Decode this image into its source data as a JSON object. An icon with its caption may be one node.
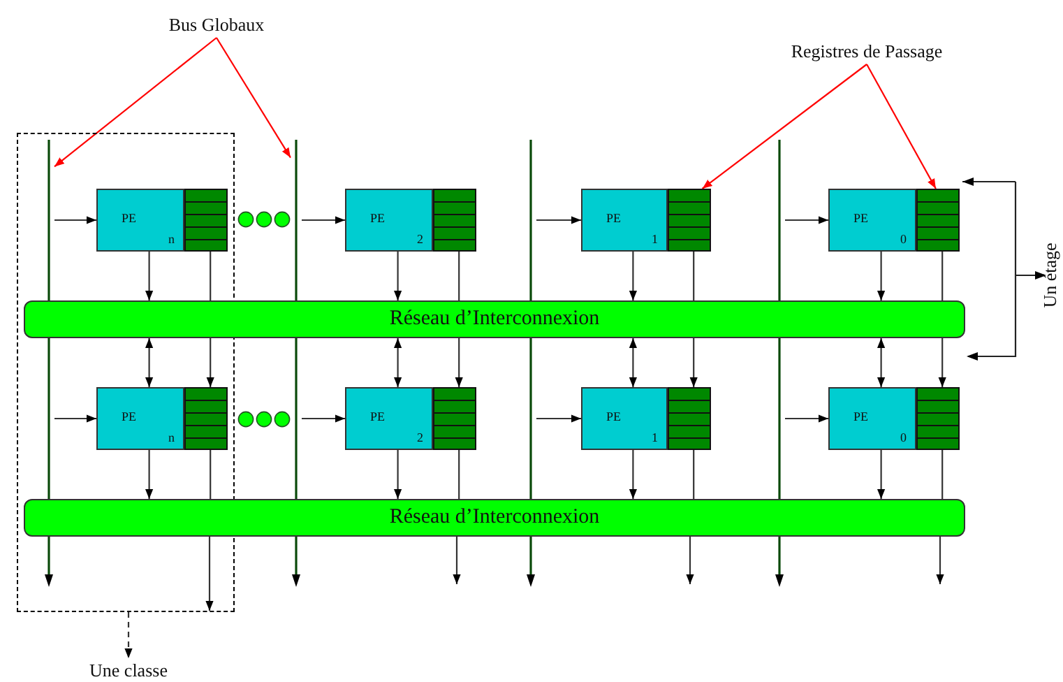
{
  "diagram": {
    "nodes": [
      {
        "text": [
          "Bus Globaux"
        ]
      },
      {
        "text": [
          "Registres de Passage"
        ]
      },
      {
        "text": [],
        "shape": "box"
      },
      {
        "text": [],
        "shape": "bar",
        "in": 2
      },
      {
        "text": [],
        "shape": "bar"
      },
      {
        "text": [],
        "shape": "bar"
      },
      {
        "text": [],
        "shape": "bar"
      },
      {
        "text": [
          "PE",
          "n"
        ],
        "in": 2
      },
      {
        "text": [
          "PE",
          "2"
        ]
      },
      {
        "text": [
          "PE",
          "1"
        ]
      },
      {
        "text": [
          "PE",
          "0"
        ]
      },
      {
        "text": [],
        "shape": "box",
        "in": 2
      },
      {
        "text": [],
        "shape": "box"
      },
      {
        "text": [],
        "shape": "box"
      },
      {
        "text": [],
        "shape": "box"
      },
      {
        "text": [
          "Réseau d’Interconnexion"
        ]
      },
      {
        "text": [
          "PE",
          "n"
        ],
        "in": 2
      },
      {
        "text": [
          "PE",
          "2"
        ]
      },
      {
        "text": [
          "PE",
          "1"
        ]
      },
      {
        "text": [
          "PE",
          "0"
        ]
      },
      {
        "text": [],
        "shape": "box",
        "in": 2
      },
      {
        "text": [],
        "shape": "box"
      },
      {
        "text": [],
        "shape": "box"
      },
      {
        "text": [],
        "shape": "box"
      },
      {
        "text": [
          "Réseau d’Interconnexion"
        ]
      },
      {
        "text": [
          "Une classe"
        ]
      }
    ],
    "edges": [
      {
        "from": 0,
        "to": 3,
        "arrow": "to",
        "color": "#ff0000"
      },
      {
        "from": 0,
        "to": 4,
        "arrow": "to",
        "color": "#ff0000"
      },
      {
        "from": 1,
        "to": 13,
        "arrow": "to",
        "color": "#ff0000"
      },
      {
        "from": 1,
        "to": 14,
        "arrow": "to",
        "color": "#ff0000"
      },
      {
        "from": 3,
        "to": 7,
        "arrow": "to"
      },
      {
        "from": 4,
        "to": 8,
        "arrow": "to"
      },
      {
        "from": 5,
        "to": 9,
        "arrow": "to"
      },
      {
        "from": 6,
        "to": 10,
        "arrow": "to"
      },
      {
        "from": 3,
        "to": 16,
        "arrow": "to"
      },
      {
        "from": 4,
        "to": 17,
        "arrow": "to"
      },
      {
        "from": 5,
        "to": 18,
        "arrow": "to"
      },
      {
        "from": 6,
        "to": 19,
        "arrow": "to"
      },
      {
        "from": 7,
        "to": 15,
        "arrow": "to"
      },
      {
        "from": 8,
        "to": 15,
        "arrow": "to"
      },
      {
        "from": 9,
        "to": 15,
        "arrow": "to"
      },
      {
        "from": 10,
        "to": 15,
        "arrow": "to"
      },
      {
        "from": 11,
        "to": 15,
        "arrow": "none"
      },
      {
        "from": 12,
        "to": 15,
        "arrow": "none"
      },
      {
        "from": 13,
        "to": 15,
        "arrow": "none"
      },
      {
        "from": 14,
        "to": 15,
        "arrow": "none"
      },
      {
        "from": 15,
        "to": 16,
        "arrow": "both"
      },
      {
        "from": 15,
        "to": 17,
        "arrow": "both"
      },
      {
        "from": 15,
        "to": 18,
        "arrow": "both"
      },
      {
        "from": 15,
        "to": 19,
        "arrow": "both"
      },
      {
        "from": 15,
        "to": 20,
        "arrow": "to"
      },
      {
        "from": 15,
        "to": 21,
        "arrow": "to"
      },
      {
        "from": 15,
        "to": 22,
        "arrow": "to"
      },
      {
        "from": 15,
        "to": 23,
        "arrow": "to"
      },
      {
        "from": 16,
        "to": 24,
        "arrow": "to"
      },
      {
        "from": 17,
        "to": 24,
        "arrow": "to"
      },
      {
        "from": 18,
        "to": 24,
        "arrow": "to"
      },
      {
        "from": 19,
        "to": 24,
        "arrow": "to"
      },
      {
        "from": 20,
        "to": 24,
        "arrow": "none"
      },
      {
        "from": 21,
        "to": 24,
        "arrow": "none"
      },
      {
        "from": 22,
        "to": 24,
        "arrow": "none"
      },
      {
        "from": 23,
        "to": 24,
        "arrow": "none"
      },
      {
        "from": 24,
        "to": 2,
        "arrow": "to"
      },
      {
        "from": 24,
        "to": null,
        "arrow": "to"
      },
      {
        "from": 24,
        "to": null,
        "arrow": "to"
      },
      {
        "from": 24,
        "to": null,
        "arrow": "to"
      },
      {
        "from": 2,
        "to": 25,
        "arrow": "to",
        "style": "dashed"
      }
    ],
    "labels": [
      "Un étage"
    ]
  }
}
